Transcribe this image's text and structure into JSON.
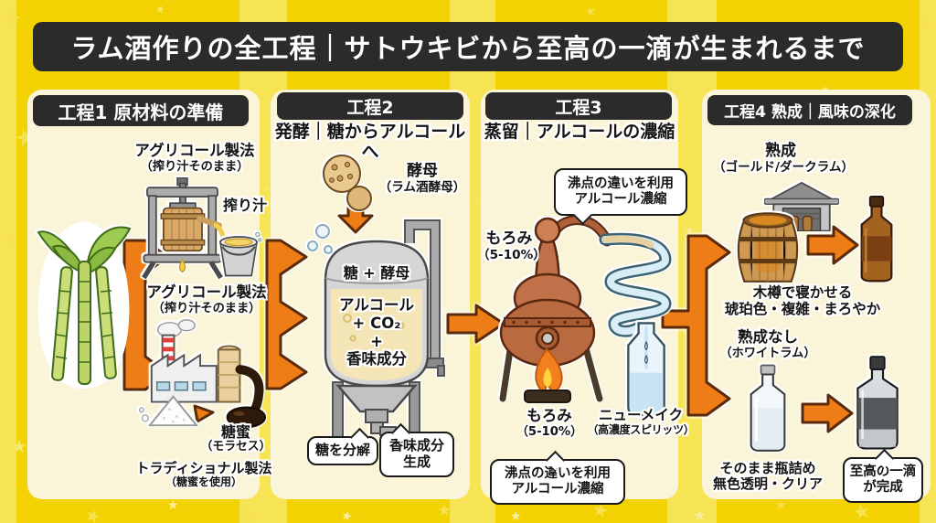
{
  "title": "ラム酒作りの全工程｜サトウキビから至高の一滴が生まれるまで",
  "colors": {
    "background": "#F2D203",
    "background_stripe": "#F6E455",
    "panel": "#FAF4D9",
    "banner": "#2B2B2B",
    "banner_text": "#FFFFFF",
    "arrow": "#EE7C17",
    "arrow_outline": "#5A2B0B"
  },
  "stages": {
    "stage1": {
      "header": "工程1 原材料の準備",
      "agricole_top": "アグリコール製法",
      "agricole_top_sub": "（搾り汁そのまま）",
      "juice_label": "搾り汁",
      "agricole_mid": "アグリコール製法",
      "agricole_mid_sub": "（搾り汁そのまま）",
      "molasses_label": "糖蜜",
      "molasses_sub": "（モラセス）",
      "traditional": "トラディショナル製法",
      "traditional_sub": "（糖蜜を使用）"
    },
    "stage2": {
      "header": "工程2",
      "subtitle": "発酵｜糖からアルコールへ",
      "yeast_label": "酵母",
      "yeast_sub": "（ラム酒酵母）",
      "tank_top": "糖 + 酵母",
      "tank_product_1": "アルコール",
      "tank_product_2": "+ CO₂",
      "tank_product_3": "+",
      "tank_product_4": "香味成分",
      "bubble_sugar": "糖を分解",
      "bubble_flavor_1": "香味成分",
      "bubble_flavor_2": "生成"
    },
    "stage3": {
      "header": "工程3",
      "subtitle": "蒸留｜アルコールの濃縮",
      "bubble_top_1": "沸点の違いを利用",
      "bubble_top_2": "アルコール濃縮",
      "moromi_in": "もろみ",
      "moromi_in_sub": "（5-10%）",
      "moromi_bottom": "もろみ",
      "moromi_bottom_sub": "（5-10%）",
      "newmake": "ニューメイク",
      "newmake_sub": "（高濃度スピリッツ）",
      "bubble_bottom_1": "沸点の違いを利用",
      "bubble_bottom_2": "アルコール濃縮"
    },
    "stage4": {
      "header": "工程4 熟成｜風味の深化",
      "aged_label": "熟成",
      "aged_sub": "（ゴールド/ダークラム）",
      "barrel_note_1": "木樽で寝かせる",
      "barrel_note_2": "琥珀色・複雑・まろやか",
      "unaged_label": "熟成なし",
      "unaged_sub": "（ホワイトラム）",
      "bottling_1": "そのまま瓶詰め",
      "bottling_2": "無色透明・クリア",
      "final_bubble_1": "至高の一滴",
      "final_bubble_2": "が完成"
    }
  },
  "illustrations": [
    "sugarcane",
    "juice-press",
    "juice-bucket",
    "sugar-factory",
    "molasses-puddle",
    "yeast-cells",
    "fermentation-tank",
    "pot-still",
    "condenser-coil",
    "flame",
    "new-make-bottle",
    "aging-warehouse",
    "oak-barrel",
    "dark-rum-bottle",
    "white-rum-bottle",
    "finished-rum-bottle"
  ]
}
